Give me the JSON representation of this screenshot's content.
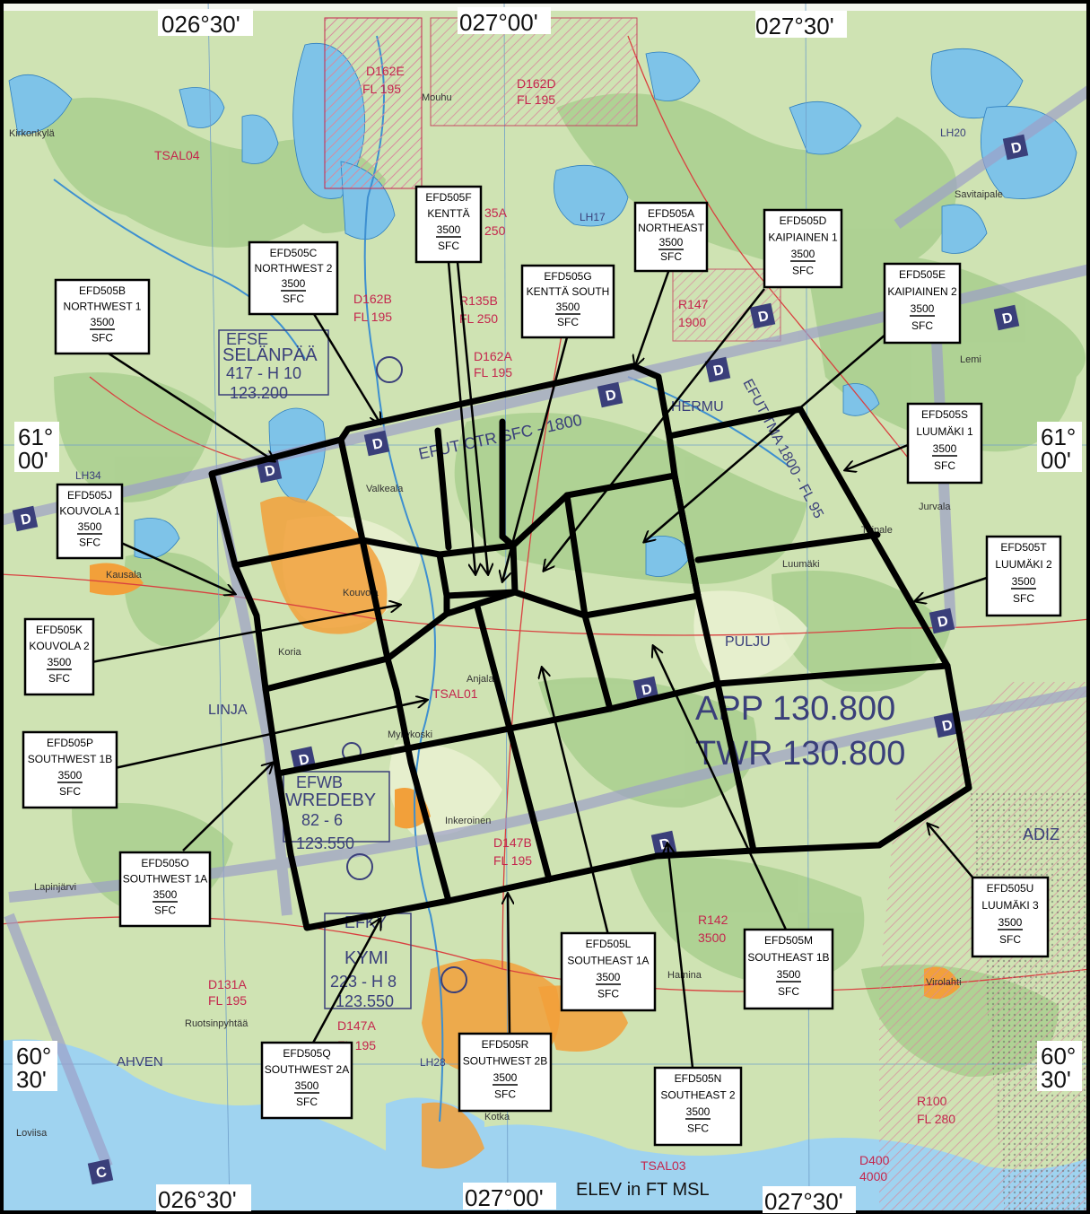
{
  "coordinates": {
    "top": [
      "026°30'",
      "027°00'",
      "027°30'"
    ],
    "bottom": [
      "026°30'",
      "027°00'",
      "027°30'"
    ],
    "left_61": [
      "61°",
      "00'"
    ],
    "right_61": [
      "61°",
      "00'"
    ],
    "left_60": [
      "60°",
      "30'"
    ],
    "right_60": [
      "60°",
      "30'"
    ]
  },
  "footer_note": "ELEV in FT MSL",
  "airspace_labels": {
    "tsal04": "TSAL04",
    "tsal01": "TSAL01",
    "tsal03": "TSAL03",
    "efut_ctr": "EFUT CTR SFC - 1800",
    "efut_tma": "EFUT TMA 1800 - FL 95",
    "app": "APP 130.800",
    "twr": "TWR 130.800",
    "hermu": "HERMU",
    "pulju": "PULJU",
    "linja": "LINJA",
    "ahven": "AHVEN",
    "adiz": "ADIZ",
    "efse": [
      "EFSE",
      "SELÄNPÄÄ",
      "417 - H 10",
      "123.200"
    ],
    "efwb": [
      "EFWB",
      "WREDEBY",
      "82 - 6",
      "123.550"
    ],
    "efky": [
      "EFKY",
      "KYMI",
      "223 - H 8",
      "123.550"
    ],
    "d162e": [
      "D162E",
      "FL 195"
    ],
    "d162d": [
      "D162D",
      "FL 195"
    ],
    "d162b": [
      "D162B",
      "FL 195"
    ],
    "r135b": [
      "R135B",
      "FL 250"
    ],
    "d162a": [
      "D162A",
      "FL 195"
    ],
    "r147": [
      "R147",
      "1900"
    ],
    "d147b": [
      "D147B",
      "FL 195"
    ],
    "d131a": [
      "D131A",
      "FL 195"
    ],
    "d147a": [
      "D147A",
      "FL 195"
    ],
    "r142": [
      "R142",
      "3500"
    ],
    "r100": [
      "R100",
      "FL 280"
    ],
    "d400": [
      "D400",
      "4000"
    ],
    "r35a": [
      "35A",
      "250"
    ],
    "lh34": "LH34",
    "lh17": "LH17",
    "lh20": "LH20",
    "lh28": "LH28"
  },
  "places": [
    {
      "name": "Kirkonkylä"
    },
    {
      "name": "Savitaipale"
    },
    {
      "name": "Luumäki"
    },
    {
      "name": "Jurvala"
    },
    {
      "name": "Valkeala"
    },
    {
      "name": "Kouvola"
    },
    {
      "name": "Kausala"
    },
    {
      "name": "Koria"
    },
    {
      "name": "Myllykoski"
    },
    {
      "name": "Inkeroinen"
    },
    {
      "name": "Hamina"
    },
    {
      "name": "Virolahti"
    },
    {
      "name": "Lemi"
    },
    {
      "name": "Ruotsinpyhtää"
    },
    {
      "name": "Lapinjärvi"
    },
    {
      "name": "Loviisa"
    },
    {
      "name": "Kotka"
    },
    {
      "name": "Anjala"
    },
    {
      "name": "Mouhu"
    },
    {
      "name": "Taipale"
    }
  ],
  "sector_boxes": [
    {
      "id": "EFD505B",
      "name": "NORTHWEST 1",
      "upper": "3500",
      "lower": "SFC"
    },
    {
      "id": "EFD505C",
      "name": "NORTHWEST 2",
      "upper": "3500",
      "lower": "SFC"
    },
    {
      "id": "EFD505F",
      "name": "KENTTÄ",
      "upper": "3500",
      "lower": "SFC"
    },
    {
      "id": "EFD505G",
      "name": "KENTTÄ SOUTH",
      "upper": "3500",
      "lower": "SFC"
    },
    {
      "id": "EFD505A",
      "name": "NORTHEAST",
      "upper": "3500",
      "lower": "SFC"
    },
    {
      "id": "EFD505D",
      "name": "KAIPIAINEN 1",
      "upper": "3500",
      "lower": "SFC"
    },
    {
      "id": "EFD505E",
      "name": "KAIPIAINEN 2",
      "upper": "3500",
      "lower": "SFC"
    },
    {
      "id": "EFD505S",
      "name": "LUUMÄKI 1",
      "upper": "3500",
      "lower": "SFC"
    },
    {
      "id": "EFD505T",
      "name": "LUUMÄKI 2",
      "upper": "3500",
      "lower": "SFC"
    },
    {
      "id": "EFD505J",
      "name": "KOUVOLA 1",
      "upper": "3500",
      "lower": "SFC"
    },
    {
      "id": "EFD505K",
      "name": "KOUVOLA 2",
      "upper": "3500",
      "lower": "SFC"
    },
    {
      "id": "EFD505P",
      "name": "SOUTHWEST 1B",
      "upper": "3500",
      "lower": "SFC"
    },
    {
      "id": "EFD505O",
      "name": "SOUTHWEST 1A",
      "upper": "3500",
      "lower": "SFC"
    },
    {
      "id": "EFD505U",
      "name": "LUUMÄKI 3",
      "upper": "3500",
      "lower": "SFC"
    },
    {
      "id": "EFD505L",
      "name": "SOUTHEAST 1A",
      "upper": "3500",
      "lower": "SFC"
    },
    {
      "id": "EFD505M",
      "name": "SOUTHEAST 1B",
      "upper": "3500",
      "lower": "SFC"
    },
    {
      "id": "EFD505Q",
      "name": "SOUTHWEST 2A",
      "upper": "3500",
      "lower": "SFC"
    },
    {
      "id": "EFD505R",
      "name": "SOUTHWEST 2B",
      "upper": "3500",
      "lower": "SFC"
    },
    {
      "id": "EFD505N",
      "name": "SOUTHEAST 2",
      "upper": "3500",
      "lower": "SFC"
    }
  ]
}
